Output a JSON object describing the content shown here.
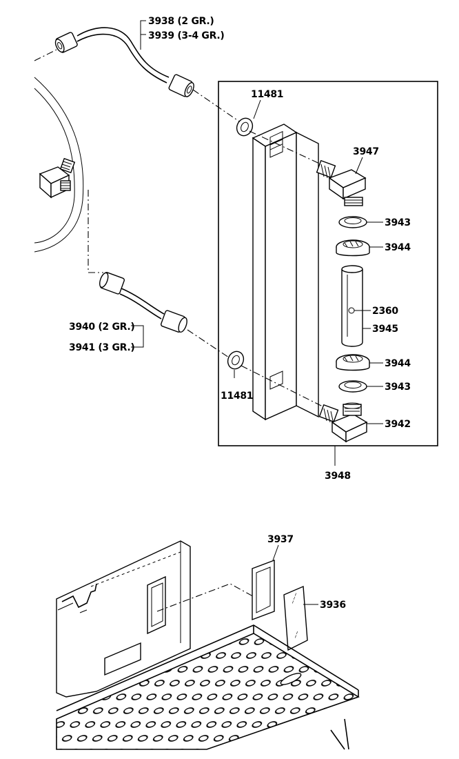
{
  "labels": {
    "p3938": "3938 (2 GR.)",
    "p3939": "3939 (3-4 GR.)",
    "p11481_top": "11481",
    "p3947": "3947",
    "p3943_top": "3943",
    "p3944_top": "3944",
    "p2360": "2360",
    "p3945": "3945",
    "p3944_bot": "3944",
    "p3943_bot": "3943",
    "p3942": "3942",
    "p3940": "3940 (2 GR.)",
    "p3941": "3941 (3 GR.)",
    "p11481_bot": "11481",
    "p3948": "3948",
    "p3937": "3937",
    "p3936": "3936"
  }
}
